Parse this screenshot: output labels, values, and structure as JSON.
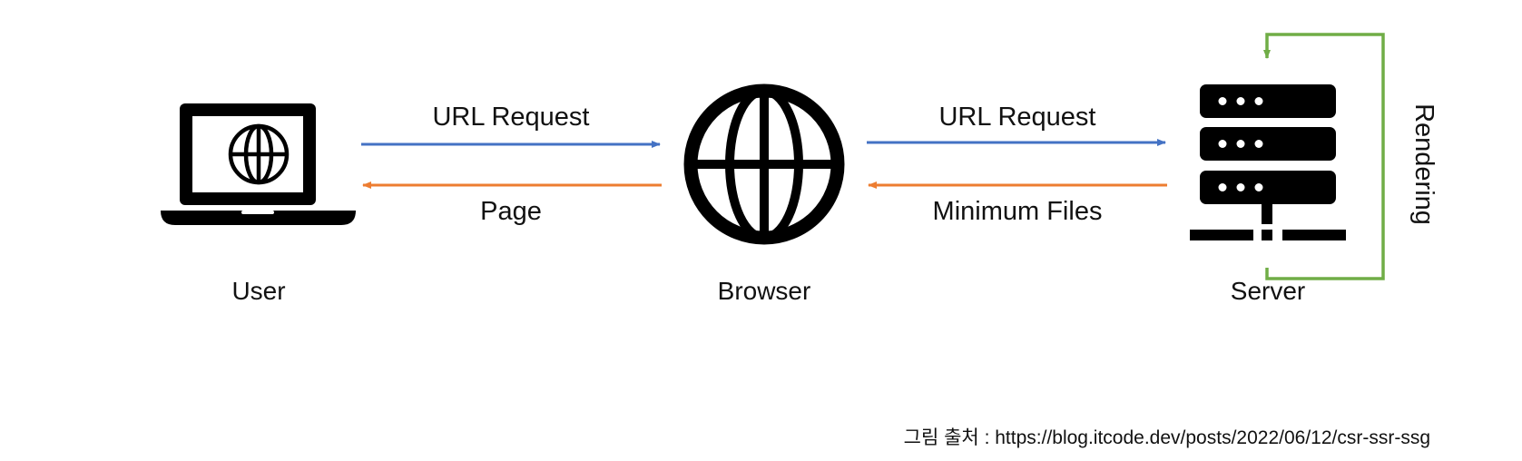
{
  "nodes": {
    "user": {
      "label": "User",
      "icon": "laptop-globe-icon"
    },
    "browser": {
      "label": "Browser",
      "icon": "globe-icon"
    },
    "server": {
      "label": "Server",
      "icon": "server-rack-icon"
    }
  },
  "arrows": {
    "user_to_browser": {
      "label": "URL Request",
      "color": "#4472C4"
    },
    "browser_to_user": {
      "label": "Page",
      "color": "#ED7D31"
    },
    "browser_to_server": {
      "label": "URL Request",
      "color": "#4472C4"
    },
    "server_to_browser": {
      "label": "Minimum Files",
      "color": "#ED7D31"
    },
    "server_loop": {
      "label": "Rendering",
      "color": "#70AD47"
    }
  },
  "caption": "그림 출처 : https://blog.itcode.dev/posts/2022/06/12/csr-ssr-ssg"
}
